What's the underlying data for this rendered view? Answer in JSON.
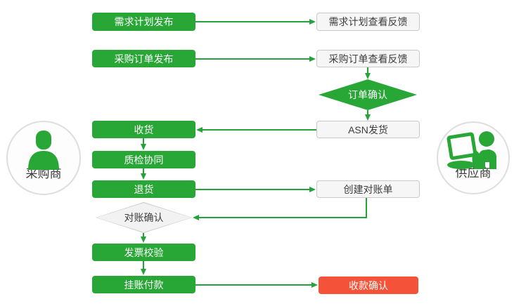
{
  "actors": {
    "buyer": {
      "label": "采购商",
      "icon": "buyer-person-icon"
    },
    "supplier": {
      "label": "供应商",
      "icon": "supplier-workstation-icon"
    }
  },
  "nodes": {
    "demand_plan_publish": {
      "label": "需求计划发布",
      "shape": "rect",
      "color": "green"
    },
    "demand_plan_view_feedback": {
      "label": "需求计划查看反馈",
      "shape": "rect",
      "color": "white"
    },
    "purchase_order_publish": {
      "label": "采购订单发布",
      "shape": "rect",
      "color": "green"
    },
    "purchase_order_view_feedback": {
      "label": "采购订单查看反馈",
      "shape": "rect",
      "color": "white"
    },
    "order_confirm": {
      "label": "订单确认",
      "shape": "diamond",
      "color": "green"
    },
    "asn_ship": {
      "label": "ASN发货",
      "shape": "rect",
      "color": "white"
    },
    "receive_goods": {
      "label": "收货",
      "shape": "rect",
      "color": "green"
    },
    "quality_check": {
      "label": "质检协同",
      "shape": "rect",
      "color": "green"
    },
    "return_goods": {
      "label": "退货",
      "shape": "rect",
      "color": "green"
    },
    "create_statement": {
      "label": "创建对账单",
      "shape": "rect",
      "color": "white"
    },
    "reconcile_confirm": {
      "label": "对账确认",
      "shape": "diamond",
      "color": "white"
    },
    "invoice_check": {
      "label": "发票校验",
      "shape": "rect",
      "color": "green"
    },
    "book_payment": {
      "label": "挂账付款",
      "shape": "rect",
      "color": "green"
    },
    "receipt_confirm": {
      "label": "收款确认",
      "shape": "rect",
      "color": "red"
    }
  },
  "edges": [
    {
      "from": "demand_plan_publish",
      "to": "demand_plan_view_feedback"
    },
    {
      "from": "purchase_order_publish",
      "to": "purchase_order_view_feedback"
    },
    {
      "from": "purchase_order_view_feedback",
      "to": "order_confirm"
    },
    {
      "from": "order_confirm",
      "to": "asn_ship"
    },
    {
      "from": "asn_ship",
      "to": "receive_goods"
    },
    {
      "from": "receive_goods",
      "to": "quality_check"
    },
    {
      "from": "quality_check",
      "to": "return_goods"
    },
    {
      "from": "return_goods",
      "to": "create_statement"
    },
    {
      "from": "create_statement",
      "to": "reconcile_confirm"
    },
    {
      "from": "reconcile_confirm",
      "to": "invoice_check"
    },
    {
      "from": "invoice_check",
      "to": "book_payment"
    },
    {
      "from": "book_payment",
      "to": "receipt_confirm"
    }
  ],
  "colors": {
    "process_green": "#28a737",
    "connector_green": "#23a33a",
    "highlight_red": "#f4533a",
    "white_box_bg": "#f6f6f6",
    "white_box_border": "#c9c9c9",
    "text_dark": "#3d3d3d"
  }
}
